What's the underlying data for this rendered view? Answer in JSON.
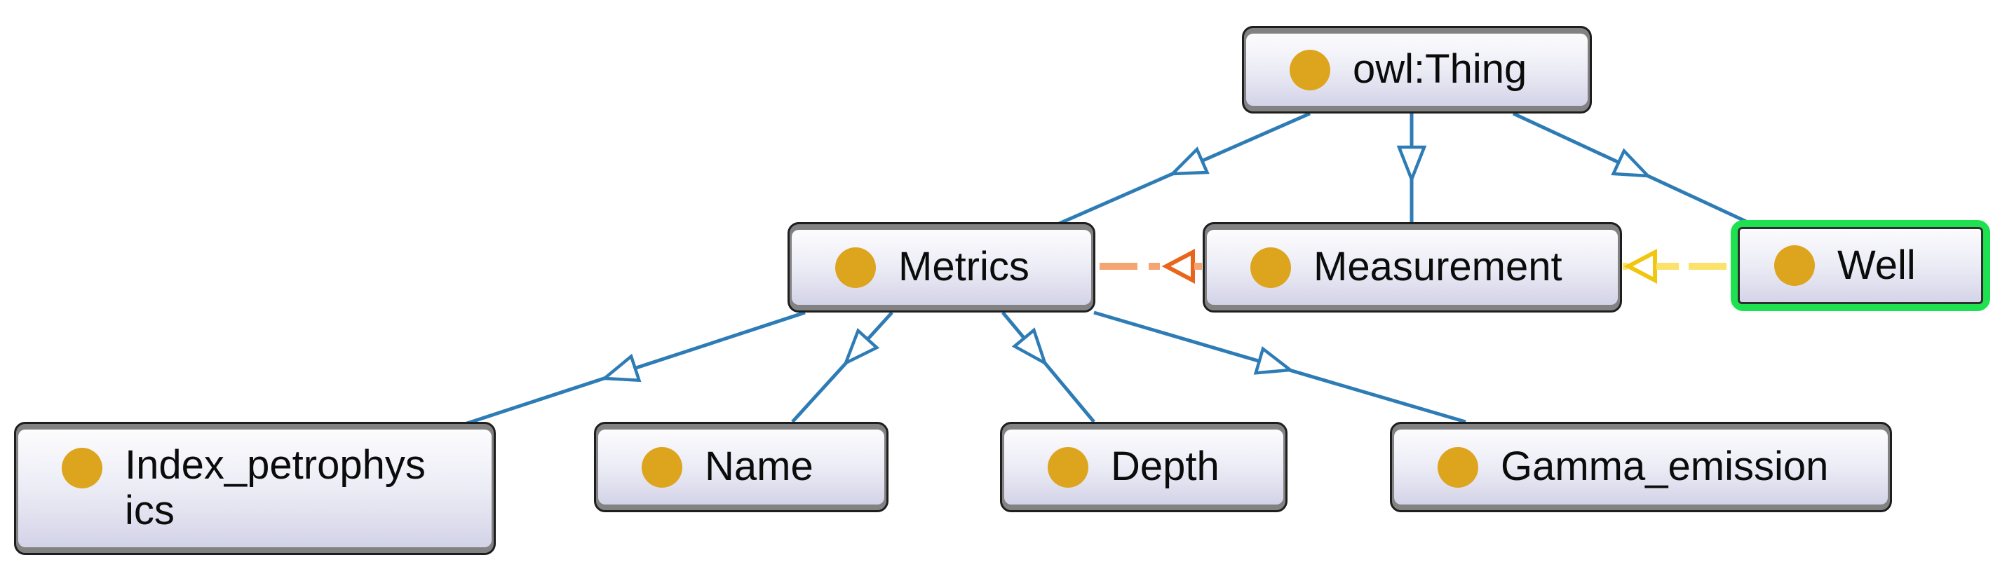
{
  "diagram": {
    "nodes": [
      {
        "id": "owl-thing",
        "label": "owl:Thing",
        "type": "class",
        "highlighted": false
      },
      {
        "id": "metrics",
        "label": "Metrics",
        "type": "class",
        "highlighted": false
      },
      {
        "id": "measurement",
        "label": "Measurement",
        "type": "class",
        "highlighted": false
      },
      {
        "id": "well",
        "label": "Well",
        "type": "class",
        "highlighted": true
      },
      {
        "id": "index-petrophysics",
        "label": "Index_petrophys\nics",
        "type": "class",
        "highlighted": false
      },
      {
        "id": "name",
        "label": "Name",
        "type": "class",
        "highlighted": false
      },
      {
        "id": "depth",
        "label": "Depth",
        "type": "class",
        "highlighted": false
      },
      {
        "id": "gamma-emission",
        "label": "Gamma_emission",
        "type": "class",
        "highlighted": false
      }
    ],
    "edges": [
      {
        "from": "owl:Thing",
        "to": "Metrics",
        "type": "has-subclass",
        "style": "solid",
        "color": "#2e7cb5"
      },
      {
        "from": "owl:Thing",
        "to": "Measurement",
        "type": "has-subclass",
        "style": "solid",
        "color": "#2e7cb5"
      },
      {
        "from": "owl:Thing",
        "to": "Well",
        "type": "has-subclass",
        "style": "solid",
        "color": "#2e7cb5"
      },
      {
        "from": "Metrics",
        "to": "Index_petrophysics",
        "type": "has-subclass",
        "style": "solid",
        "color": "#2e7cb5"
      },
      {
        "from": "Metrics",
        "to": "Name",
        "type": "has-subclass",
        "style": "solid",
        "color": "#2e7cb5"
      },
      {
        "from": "Metrics",
        "to": "Depth",
        "type": "has-subclass",
        "style": "solid",
        "color": "#2e7cb5"
      },
      {
        "from": "Metrics",
        "to": "Gamma_emission",
        "type": "has-subclass",
        "style": "solid",
        "color": "#2e7cb5"
      },
      {
        "from": "Measurement",
        "to": "Metrics",
        "type": "object-property",
        "style": "dashed",
        "color": "#e8661c"
      },
      {
        "from": "Well",
        "to": "Measurement",
        "type": "object-property",
        "style": "dashed",
        "color": "#f2c50e"
      }
    ],
    "colors": {
      "subclass_edge": "#2e7cb5",
      "orange_edge_head": "#e8661c",
      "orange_edge_dash": "#f5a571",
      "yellow_edge_head": "#f2c50e",
      "yellow_edge_dash": "#fbe26b",
      "node_fill_top": "#fcfcfe",
      "node_fill_bottom": "#d3d3e8",
      "node_band": "#828282",
      "node_border": "#1e1e1e",
      "highlight_border": "#1de14e",
      "class_icon": "#dda41e",
      "background": "#ffffff"
    }
  }
}
